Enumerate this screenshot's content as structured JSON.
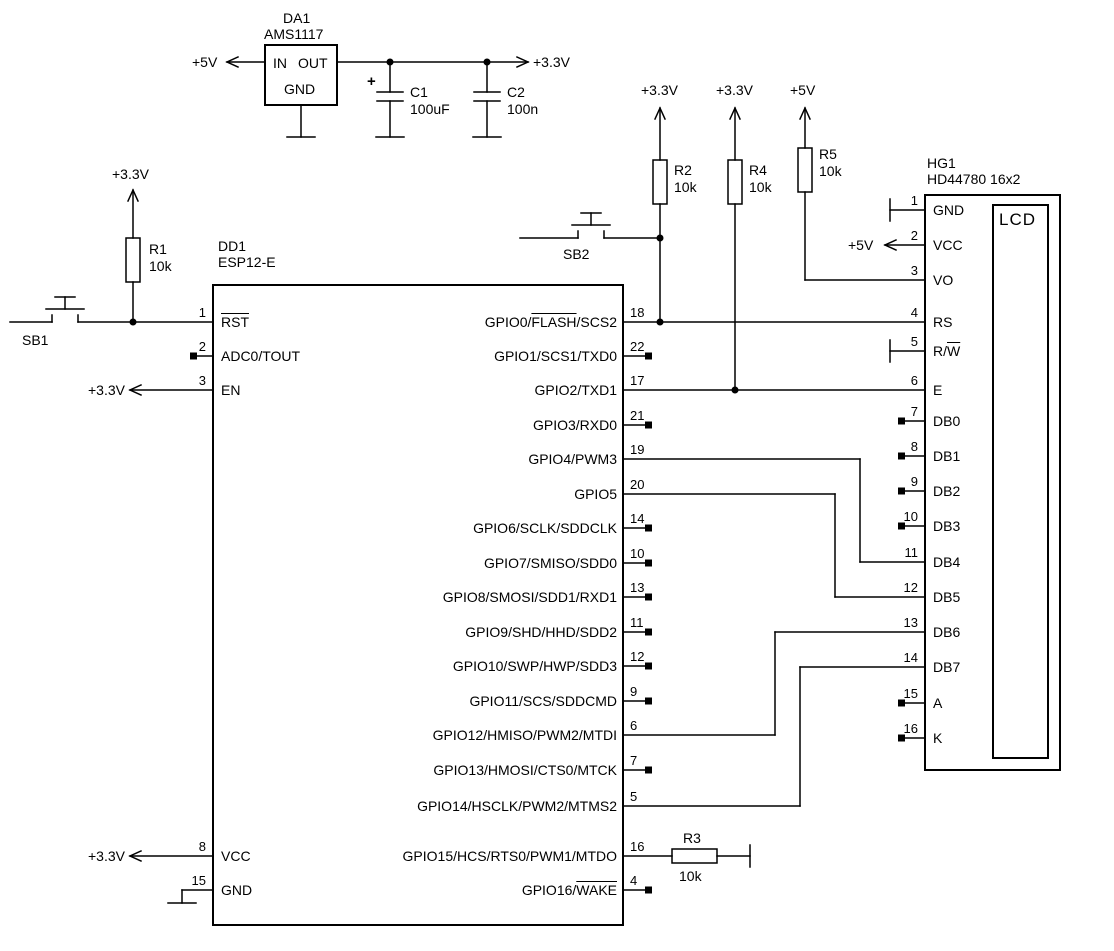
{
  "da1": {
    "ref": "DA1",
    "part": "AMS1117",
    "pin_in": "IN",
    "pin_out": "OUT",
    "pin_gnd": "GND",
    "rail_in": "+5V",
    "rail_out": "+3.3V"
  },
  "c1": {
    "ref": "C1",
    "value": "100uF",
    "polarity": "+"
  },
  "c2": {
    "ref": "C2",
    "value": "100n"
  },
  "r1": {
    "ref": "R1",
    "value": "10k",
    "rail": "+3.3V"
  },
  "r2": {
    "ref": "R2",
    "value": "10k",
    "rail": "+3.3V"
  },
  "r3": {
    "ref": "R3",
    "value": "10k"
  },
  "r4": {
    "ref": "R4",
    "value": "10k",
    "rail": "+3.3V"
  },
  "r5": {
    "ref": "R5",
    "value": "10k",
    "rail": "+5V"
  },
  "sb1": {
    "ref": "SB1"
  },
  "sb2": {
    "ref": "SB2"
  },
  "dd1": {
    "ref": "DD1",
    "part": "ESP12-E",
    "left_pins": [
      {
        "num": "1",
        "pre": "",
        "over": "RST",
        "post": ""
      },
      {
        "num": "2",
        "label": "ADC0/TOUT"
      },
      {
        "num": "3",
        "label": "EN",
        "rail": "+3.3V"
      },
      {
        "num": "8",
        "label": "VCC",
        "rail": "+3.3V"
      },
      {
        "num": "15",
        "label": "GND"
      }
    ],
    "right_pins": [
      {
        "num": "18",
        "pre": "GPIO0/",
        "over": "FLASH",
        "post": "/SCS2"
      },
      {
        "num": "22",
        "label": "GPIO1/SCS1/TXD0"
      },
      {
        "num": "17",
        "label": "GPIO2/TXD1"
      },
      {
        "num": "21",
        "label": "GPIO3/RXD0"
      },
      {
        "num": "19",
        "label": "GPIO4/PWM3"
      },
      {
        "num": "20",
        "label": "GPIO5"
      },
      {
        "num": "14",
        "label": "GPIO6/SCLK/SDDCLK"
      },
      {
        "num": "10",
        "label": "GPIO7/SMISO/SDD0"
      },
      {
        "num": "13",
        "label": "GPIO8/SMOSI/SDD1/RXD1"
      },
      {
        "num": "11",
        "label": "GPIO9/SHD/HHD/SDD2"
      },
      {
        "num": "12",
        "label": "GPIO10/SWP/HWP/SDD3"
      },
      {
        "num": "9",
        "label": "GPIO11/SCS/SDDCMD"
      },
      {
        "num": "6",
        "label": "GPIO12/HMISO/PWM2/MTDI"
      },
      {
        "num": "7",
        "label": "GPIO13/HMOSI/CTS0/MTCK"
      },
      {
        "num": "5",
        "label": "GPIO14/HSCLK/PWM2/MTMS2"
      },
      {
        "num": "16",
        "label": "GPIO15/HCS/RTS0/PWM1/MTDO"
      },
      {
        "num": "4",
        "pre": "GPIO16/",
        "over": "WAKE",
        "post": ""
      }
    ]
  },
  "hg1": {
    "ref": "HG1",
    "part": "HD44780 16x2",
    "screen": "LCD",
    "pins": [
      {
        "num": "1",
        "label": "GND"
      },
      {
        "num": "2",
        "label": "VCC",
        "rail": "+5V"
      },
      {
        "num": "3",
        "label": "VO"
      },
      {
        "num": "4",
        "label": "RS"
      },
      {
        "num": "5",
        "pre": "R/",
        "over": "W",
        "post": ""
      },
      {
        "num": "6",
        "label": "E"
      },
      {
        "num": "7",
        "label": "DB0"
      },
      {
        "num": "8",
        "label": "DB1"
      },
      {
        "num": "9",
        "label": "DB2"
      },
      {
        "num": "10",
        "label": "DB3"
      },
      {
        "num": "11",
        "label": "DB4"
      },
      {
        "num": "12",
        "label": "DB5"
      },
      {
        "num": "13",
        "label": "DB6"
      },
      {
        "num": "14",
        "label": "DB7"
      },
      {
        "num": "15",
        "label": "A"
      },
      {
        "num": "16",
        "label": "K"
      }
    ]
  }
}
